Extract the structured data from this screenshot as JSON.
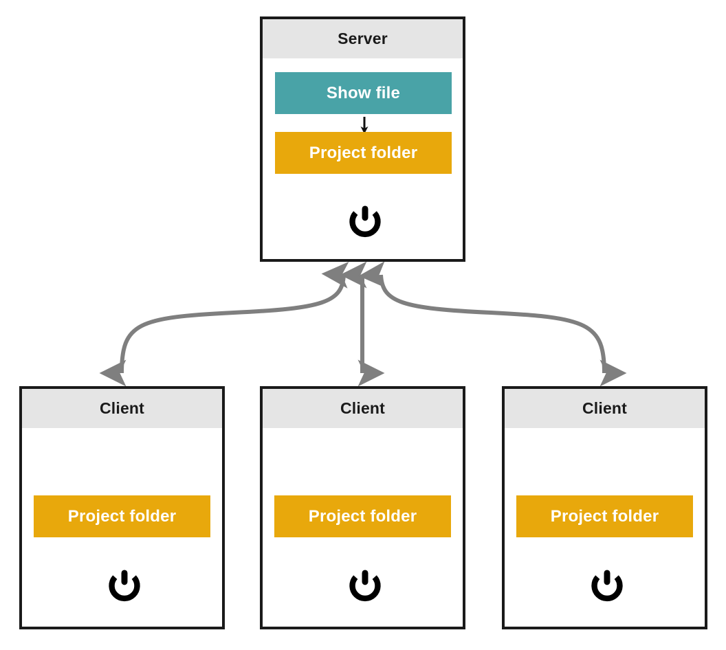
{
  "diagram": {
    "title_hidden": "",
    "colors": {
      "teal": "#49a3a7",
      "orange": "#e8a80c",
      "header_gray": "#e5e5e5",
      "border_black": "#1a1a1a",
      "connector_gray": "#7f7f7f",
      "canvas_white": "#ffffff",
      "bar_text": "#ffffff"
    },
    "server": {
      "header_label": "Server",
      "show_file_label": "Show file",
      "project_folder_label": "Project folder",
      "power_icon": "power-icon",
      "internal_arrow_icon": "down-arrow-icon"
    },
    "clients": [
      {
        "header_label": "Client",
        "project_folder_label": "Project folder",
        "power_icon": "power-icon"
      },
      {
        "header_label": "Client",
        "project_folder_label": "Project folder",
        "power_icon": "power-icon"
      },
      {
        "header_label": "Client",
        "project_folder_label": "Project folder",
        "power_icon": "power-icon"
      }
    ],
    "connectors": [
      {
        "name": "server-to-client-1",
        "style": "curved-double-arrow"
      },
      {
        "name": "server-to-client-2",
        "style": "straight-double-arrow"
      },
      {
        "name": "server-to-client-3",
        "style": "curved-double-arrow"
      }
    ]
  }
}
